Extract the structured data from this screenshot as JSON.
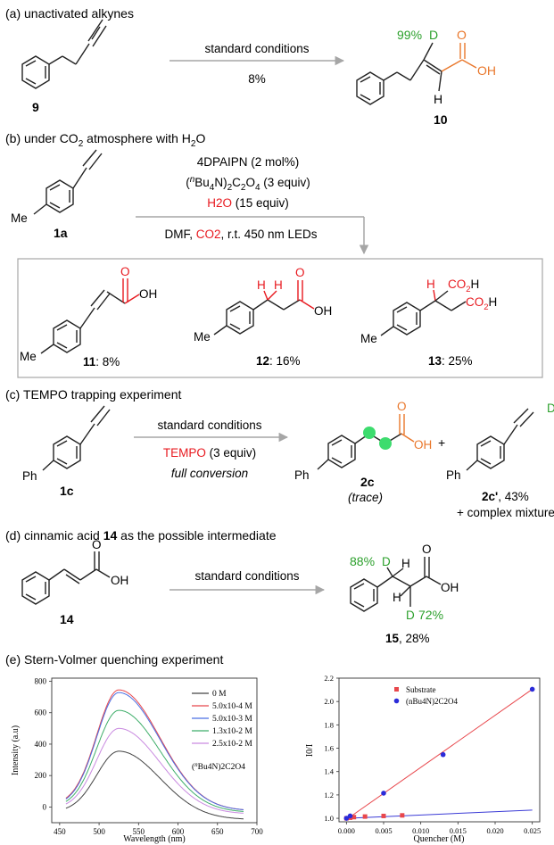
{
  "sections": {
    "a": "(a) unactivated alkynes",
    "b_pre": "(b) under CO",
    "b_sub": "2",
    "b_post": " atmosphere with H",
    "b_sub2": "2",
    "b_end": "O",
    "c": "(c) TEMPO trapping experiment",
    "d_pre": "(d) cinnamic acid ",
    "d_bold": "14",
    "d_post": " as the possible intermediate",
    "e": "(e) Stern-Volmer quenching experiment"
  },
  "a": {
    "cond_top": "standard conditions",
    "cond_bottom": "8%",
    "sm_label": "9",
    "prod_label": "10",
    "d_pct": "99%",
    "D": "D",
    "H": "H",
    "O": "O",
    "OH": "OH"
  },
  "b": {
    "reagent1": "4DPAIPN (2 mol%)",
    "reagent2_pre": "(",
    "reagent2_n": "n",
    "reagent2_mid": "Bu",
    "reagent2_sub4": "4",
    "reagent2_n2": "N)",
    "reagent2_sub2": "2",
    "reagent2_c": "C",
    "reagent2_sub2b": "2",
    "reagent2_o": "O",
    "reagent2_sub4b": "4",
    "reagent2_end": " (3 equiv)",
    "reagent3_red": "H2O",
    "reagent3_end": " (15 equiv)",
    "reagent4_pre": "DMF, ",
    "reagent4_red": "CO2",
    "reagent4_end": ", r.t. 450 nm LEDs",
    "sm_label": "1a",
    "Me": "Me",
    "p11_label": "11",
    "p11_yield": ": 8%",
    "p12_label": "12",
    "p12_yield": ": 16%",
    "p13_label": "13",
    "p13_yield": ": 25%",
    "O": "O",
    "OH": "OH",
    "H": "H",
    "CO2H": "CO2H"
  },
  "c": {
    "cond_top": "standard conditions",
    "cond_red": "TEMPO",
    "cond_red_end": " (3 equiv)",
    "cond_bottom": "full conversion",
    "sm_label": "1c",
    "Ph": "Ph",
    "p2c_label": "2c",
    "p2c_note": "(trace)",
    "plus": "+",
    "p2cp_label": "2c'",
    "p2cp_yield": ", 43%",
    "mixture": "+ complex mixture",
    "O": "O",
    "OH": "OH",
    "D": "D"
  },
  "d": {
    "cond_top": "standard conditions",
    "sm_label": "14",
    "prod_label": "15",
    "prod_yield": ", 28%",
    "pct1": "88%",
    "pct2": "72%",
    "D": "D",
    "H": "H",
    "O": "O",
    "OH": "OH"
  },
  "colors": {
    "green": "#2ca02c",
    "orange": "#e9772b",
    "red": "#e8191f",
    "arrow": "#a6a6a6",
    "dot": "#3ddc6e"
  },
  "chart_data": [
    {
      "type": "line",
      "xlabel": "Wavelength (nm)",
      "ylabel": "Intensity (a.u)",
      "xlim": [
        440,
        700
      ],
      "ylim": [
        -100,
        820
      ],
      "xticks": [
        450,
        500,
        550,
        600,
        650,
        700
      ],
      "yticks": [
        0,
        200,
        400,
        600,
        800
      ],
      "peak_x": 525,
      "start_x": 458,
      "end_x": 683,
      "series": [
        {
          "name": "0 M",
          "color": "#444444",
          "peak": 355,
          "start": -30,
          "end": -80
        },
        {
          "name": "5.0x10-4 M",
          "color": "#e8474c",
          "peak": 745,
          "start": 15,
          "end": -25
        },
        {
          "name": "5.0x10-3 M",
          "color": "#4a6fe3",
          "peak": 728,
          "start": 10,
          "end": -25
        },
        {
          "name": "1.3x10-2 M",
          "color": "#3fae6a",
          "peak": 615,
          "start": 0,
          "end": -35
        },
        {
          "name": "2.5x10-2 M",
          "color": "#c98ae0",
          "peak": 500,
          "start": -10,
          "end": -45
        }
      ],
      "legend_note_pre": "(",
      "legend_note_n": "n",
      "legend_note_post": "Bu4N)2C2O4"
    },
    {
      "type": "scatter",
      "xlabel": "Quencher (M)",
      "ylabel": "I0/I",
      "xlim": [
        -0.001,
        0.026
      ],
      "ylim": [
        0.97,
        2.2
      ],
      "xticks": [
        0.0,
        0.005,
        0.01,
        0.015,
        0.02,
        0.025
      ],
      "xtick_labels": [
        "0.000",
        "0.005",
        "0.010",
        "0.015",
        "0.020",
        "0.025"
      ],
      "yticks": [
        1.0,
        1.2,
        1.4,
        1.6,
        1.8,
        2.0,
        2.2
      ],
      "ytick_labels": [
        "1.0",
        "1.2",
        "1.4",
        "1.6",
        "1.8",
        "2.0",
        "2.2"
      ],
      "series": [
        {
          "name": "Substrate",
          "marker": "square",
          "color": "#e8474c",
          "line_color": "#3b3bd6",
          "x": [
            0.0,
            0.0005,
            0.001,
            0.0025,
            0.005,
            0.0075
          ],
          "y": [
            1.0,
            1.005,
            1.01,
            1.015,
            1.02,
            1.025
          ],
          "fit": [
            [
              0.0,
              1.0
            ],
            [
              0.025,
              1.07
            ]
          ]
        },
        {
          "name": "(nBu4N)2C2O4",
          "marker": "circle",
          "color": "#2b2bd9",
          "line_color": "#e8474c",
          "x": [
            0.0,
            0.0005,
            0.005,
            0.013,
            0.025
          ],
          "y": [
            1.0,
            1.02,
            1.215,
            1.545,
            2.105
          ],
          "fit": [
            [
              0.0,
              0.99
            ],
            [
              0.025,
              2.105
            ]
          ]
        }
      ]
    }
  ]
}
